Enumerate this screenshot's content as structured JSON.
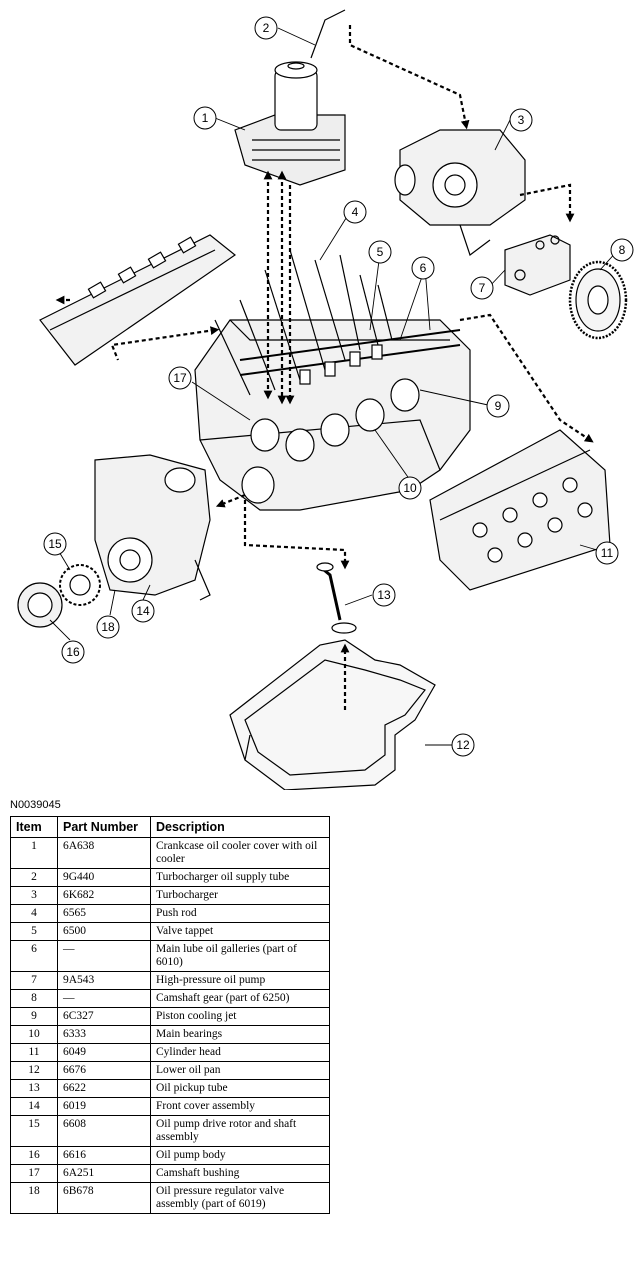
{
  "figure_id": "N0039045",
  "callouts": [
    "1",
    "2",
    "3",
    "4",
    "5",
    "6",
    "7",
    "8",
    "9",
    "10",
    "11",
    "12",
    "13",
    "14",
    "15",
    "16",
    "17",
    "18"
  ],
  "table": {
    "headers": {
      "item": "Item",
      "part_number": "Part Number",
      "description": "Description"
    },
    "rows": [
      {
        "item": "1",
        "part_number": "6A638",
        "description": "Crankcase oil cooler cover with oil cooler"
      },
      {
        "item": "2",
        "part_number": "9G440",
        "description": "Turbocharger oil supply tube"
      },
      {
        "item": "3",
        "part_number": "6K682",
        "description": "Turbocharger"
      },
      {
        "item": "4",
        "part_number": "6565",
        "description": "Push rod"
      },
      {
        "item": "5",
        "part_number": "6500",
        "description": "Valve tappet"
      },
      {
        "item": "6",
        "part_number": "—",
        "description": "Main lube oil galleries (part of 6010)"
      },
      {
        "item": "7",
        "part_number": "9A543",
        "description": "High-pressure oil pump"
      },
      {
        "item": "8",
        "part_number": "—",
        "description": "Camshaft gear (part of 6250)"
      },
      {
        "item": "9",
        "part_number": "6C327",
        "description": "Piston cooling jet"
      },
      {
        "item": "10",
        "part_number": "6333",
        "description": "Main bearings"
      },
      {
        "item": "11",
        "part_number": "6049",
        "description": "Cylinder head"
      },
      {
        "item": "12",
        "part_number": "6676",
        "description": "Lower oil pan"
      },
      {
        "item": "13",
        "part_number": "6622",
        "description": "Oil pickup tube"
      },
      {
        "item": "14",
        "part_number": "6019",
        "description": "Front cover assembly"
      },
      {
        "item": "15",
        "part_number": "6608",
        "description": "Oil pump drive rotor and shaft assembly"
      },
      {
        "item": "16",
        "part_number": "6616",
        "description": "Oil pump body"
      },
      {
        "item": "17",
        "part_number": "6A251",
        "description": "Camshaft bushing"
      },
      {
        "item": "18",
        "part_number": "6B678",
        "description": "Oil pressure regulator valve assembly (part of 6019)"
      }
    ]
  }
}
